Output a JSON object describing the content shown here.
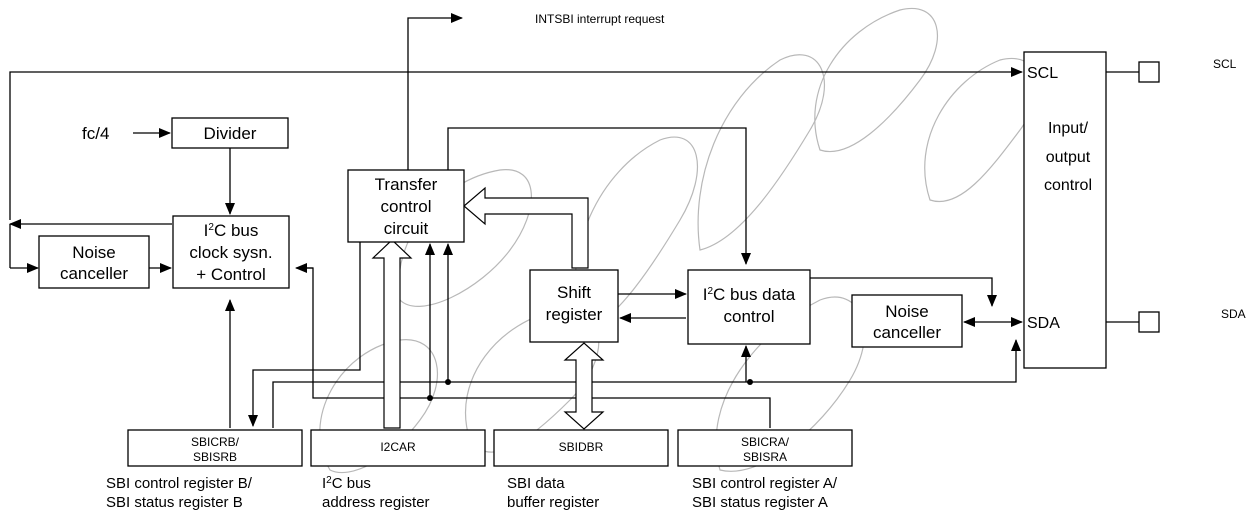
{
  "labels": {
    "intsbi": "INTSBI interrupt request",
    "scl_pin": "SCL",
    "sda_pin": "SDA",
    "fc4": "fc/4",
    "divider": "Divider",
    "noise_left_1": "Noise",
    "noise_left_2": "canceller",
    "i2c_clock_1_pre": "I",
    "i2c_clock_1_sup": "2",
    "i2c_clock_1_post": "C bus",
    "i2c_clock_2": "clock sysn.",
    "i2c_clock_3": "+ Control",
    "transfer_1": "Transfer",
    "transfer_2": "control",
    "transfer_3": "circuit",
    "shift_1": "Shift",
    "shift_2": "register",
    "i2c_data_1_pre": "I",
    "i2c_data_1_sup": "2",
    "i2c_data_1_post": "C bus data",
    "i2c_data_2": "control",
    "noise_right_1": "Noise",
    "noise_right_2": "canceller",
    "io_scl": "SCL",
    "io_sda": "SDA",
    "io_1": "Input/",
    "io_2": "output",
    "io_3": "control",
    "reg_b_1": "SBICRB/",
    "reg_b_2": "SBISRB",
    "reg_i2car": "I2CAR",
    "reg_sbidbr": "SBIDBR",
    "reg_a_1": "SBICRA/",
    "reg_a_2": "SBISRA",
    "cap_b_1": "SBI control register B/",
    "cap_b_2": "SBI status register B",
    "cap_i2c_1_pre": "I",
    "cap_i2c_1_sup": "2",
    "cap_i2c_1_post": "C bus",
    "cap_i2c_2": "address register",
    "cap_buf_1": "SBI data",
    "cap_buf_2": "buffer register",
    "cap_a_1": "SBI control register A/",
    "cap_a_2": "SBI status register A"
  }
}
